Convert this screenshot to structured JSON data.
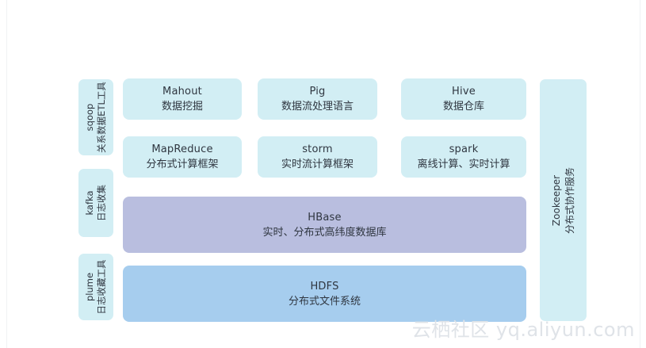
{
  "left_tools": [
    {
      "name": "sqoop",
      "desc": "关系数据ETL工具"
    },
    {
      "name": "kafka",
      "desc": "日志收集"
    },
    {
      "name": "plume",
      "desc": "日志收藏工具"
    }
  ],
  "row1": [
    {
      "title": "Mahout",
      "desc": "数据挖掘"
    },
    {
      "title": "Pig",
      "desc": "数据流处理语言"
    },
    {
      "title": "Hive",
      "desc": "数据仓库"
    }
  ],
  "row2": [
    {
      "title": "MapReduce",
      "desc": "分布式计算框架"
    },
    {
      "title": "storm",
      "desc": "实时流计算框架"
    },
    {
      "title": "spark",
      "desc": "离线计算、实时计算"
    }
  ],
  "hbase": {
    "title": "HBase",
    "desc": "实时、分布式高纬度数据库"
  },
  "hdfs": {
    "title": "HDFS",
    "desc": "分布式文件系统"
  },
  "zookeeper": {
    "name": "Zookeeper",
    "desc": "分布式协作服务"
  },
  "watermark": "云栖社区 yq.aliyun.com",
  "colors": {
    "cyan": "#d2eef4",
    "purple": "#b9bedf",
    "blue": "#a6cdee"
  }
}
